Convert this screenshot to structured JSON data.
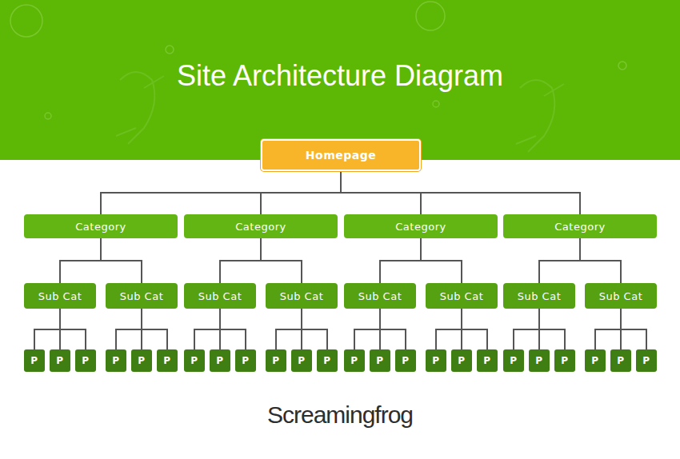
{
  "diagram": {
    "title": "Site Architecture Diagram",
    "nodes": [
      {
        "text": [
          "Homepage"
        ]
      },
      {
        "text": [
          "Category"
        ]
      },
      {
        "text": [
          "Category"
        ]
      },
      {
        "text": [
          "Category"
        ]
      },
      {
        "text": [
          "Category"
        ]
      },
      {
        "text": [
          "Sub Cat"
        ]
      },
      {
        "text": [
          "Sub Cat"
        ]
      },
      {
        "text": [
          "Sub Cat"
        ]
      },
      {
        "text": [
          "Sub Cat"
        ]
      },
      {
        "text": [
          "Sub Cat"
        ]
      },
      {
        "text": [
          "Sub Cat"
        ]
      },
      {
        "text": [
          "Sub Cat"
        ]
      },
      {
        "text": [
          "Sub Cat"
        ]
      },
      {
        "text": [
          "P"
        ]
      },
      {
        "text": [
          "P"
        ]
      },
      {
        "text": [
          "P"
        ]
      },
      {
        "text": [
          "P"
        ]
      },
      {
        "text": [
          "P"
        ]
      },
      {
        "text": [
          "P"
        ]
      },
      {
        "text": [
          "P"
        ]
      },
      {
        "text": [
          "P"
        ]
      },
      {
        "text": [
          "P"
        ]
      },
      {
        "text": [
          "P"
        ]
      },
      {
        "text": [
          "P"
        ]
      },
      {
        "text": [
          "P"
        ]
      },
      {
        "text": [
          "P"
        ]
      },
      {
        "text": [
          "P"
        ]
      },
      {
        "text": [
          "P"
        ]
      },
      {
        "text": [
          "P"
        ]
      },
      {
        "text": [
          "P"
        ]
      },
      {
        "text": [
          "P"
        ]
      },
      {
        "text": [
          "P"
        ]
      },
      {
        "text": [
          "P"
        ]
      },
      {
        "text": [
          "P"
        ]
      },
      {
        "text": [
          "P"
        ]
      },
      {
        "text": [
          "P"
        ]
      },
      {
        "text": [
          "P"
        ]
      }
    ],
    "edges": [
      {
        "from": 0,
        "to": 1,
        "arrow": "none"
      },
      {
        "from": 0,
        "to": 2,
        "arrow": "none"
      },
      {
        "from": 0,
        "to": 3,
        "arrow": "none"
      },
      {
        "from": 0,
        "to": 4,
        "arrow": "none"
      },
      {
        "from": 1,
        "to": 5,
        "arrow": "none"
      },
      {
        "from": 1,
        "to": 6,
        "arrow": "none"
      },
      {
        "from": 2,
        "to": 7,
        "arrow": "none"
      },
      {
        "from": 2,
        "to": 8,
        "arrow": "none"
      },
      {
        "from": 3,
        "to": 9,
        "arrow": "none"
      },
      {
        "from": 3,
        "to": 10,
        "arrow": "none"
      },
      {
        "from": 4,
        "to": 11,
        "arrow": "none"
      },
      {
        "from": 4,
        "to": 12,
        "arrow": "none"
      },
      {
        "from": 5,
        "to": 13,
        "arrow": "none"
      },
      {
        "from": 5,
        "to": 14,
        "arrow": "none"
      },
      {
        "from": 5,
        "to": 15,
        "arrow": "none"
      },
      {
        "from": 6,
        "to": 16,
        "arrow": "none"
      },
      {
        "from": 6,
        "to": 17,
        "arrow": "none"
      },
      {
        "from": 6,
        "to": 18,
        "arrow": "none"
      },
      {
        "from": 7,
        "to": 19,
        "arrow": "none"
      },
      {
        "from": 7,
        "to": 20,
        "arrow": "none"
      },
      {
        "from": 7,
        "to": 21,
        "arrow": "none"
      },
      {
        "from": 8,
        "to": 22,
        "arrow": "none"
      },
      {
        "from": 8,
        "to": 23,
        "arrow": "none"
      },
      {
        "from": 8,
        "to": 24,
        "arrow": "none"
      },
      {
        "from": 9,
        "to": 25,
        "arrow": "none"
      },
      {
        "from": 9,
        "to": 26,
        "arrow": "none"
      },
      {
        "from": 9,
        "to": 27,
        "arrow": "none"
      },
      {
        "from": 10,
        "to": 28,
        "arrow": "none"
      },
      {
        "from": 10,
        "to": 29,
        "arrow": "none"
      },
      {
        "from": 10,
        "to": 30,
        "arrow": "none"
      },
      {
        "from": 11,
        "to": 31,
        "arrow": "none"
      },
      {
        "from": 11,
        "to": 32,
        "arrow": "none"
      },
      {
        "from": 11,
        "to": 33,
        "arrow": "none"
      },
      {
        "from": 12,
        "to": 34,
        "arrow": "none"
      },
      {
        "from": 12,
        "to": 35,
        "arrow": "none"
      },
      {
        "from": 12,
        "to": 36,
        "arrow": "none"
      }
    ],
    "labels": [
      "Screamingfrog"
    ]
  }
}
